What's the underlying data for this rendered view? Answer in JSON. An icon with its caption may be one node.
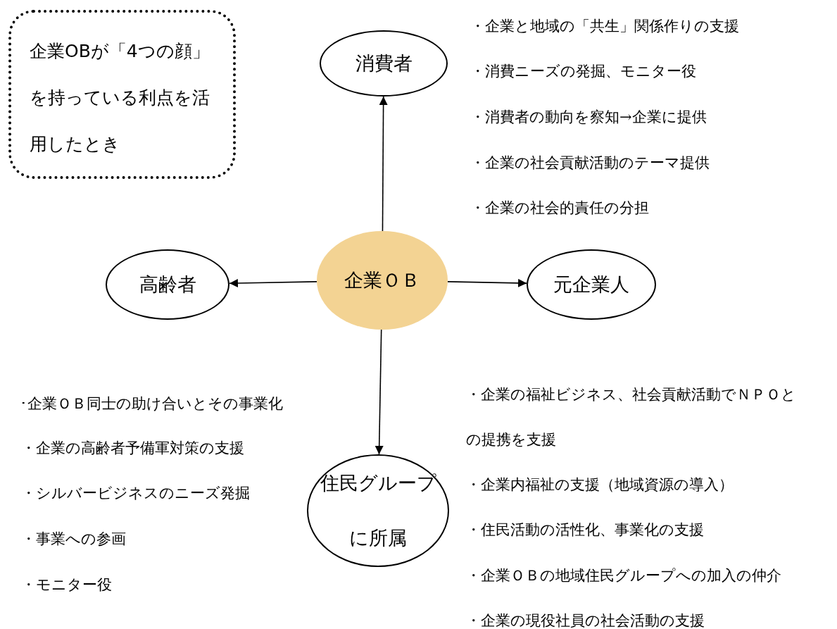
{
  "diagram": {
    "nodes": [
      {
        "text": [
          "企業OBが「4つの顔」を持っている利点を活用したとき"
        ]
      },
      {
        "text": [
          "消費者"
        ]
      },
      {
        "text": [
          "高齢者"
        ]
      },
      {
        "text": [
          "企業ＯＢ"
        ]
      },
      {
        "text": [
          "元企業人"
        ]
      },
      {
        "text": [
          "住民グループに所属"
        ]
      }
    ],
    "edges": [
      {
        "from": 3,
        "to": 1,
        "arrow": "to"
      },
      {
        "from": 3,
        "to": 2,
        "arrow": "to"
      },
      {
        "from": 3,
        "to": 4,
        "arrow": "to"
      },
      {
        "from": 3,
        "to": 5,
        "arrow": "to"
      }
    ],
    "labels": [
      "・企業と地域の「共生」関係作りの支援",
      "・消費ニーズの発掘、モニター役",
      "・消費者の動向を察知→企業に提供",
      "・企業の社会貢献活動のテーマ提供",
      "・企業の社会的責任の分担",
      "･企業ＯＢ同士の助け合いとその事業化",
      "・企業の高齢者予備軍対策の支援",
      "・シルバービジネスのニーズ発掘",
      "・事業への参画",
      "・モニター役",
      "・企業の福祉ビジネス、社会貢献活動でＮＰＯとの提携を支援",
      "・企業内福祉の支援（地域資源の導入）",
      "・住民活動の活性化、事業化の支援",
      "・企業ＯＢの地域住民グループへの加入の仲介",
      "・企業の現役社員の社会活動の支援"
    ]
  }
}
